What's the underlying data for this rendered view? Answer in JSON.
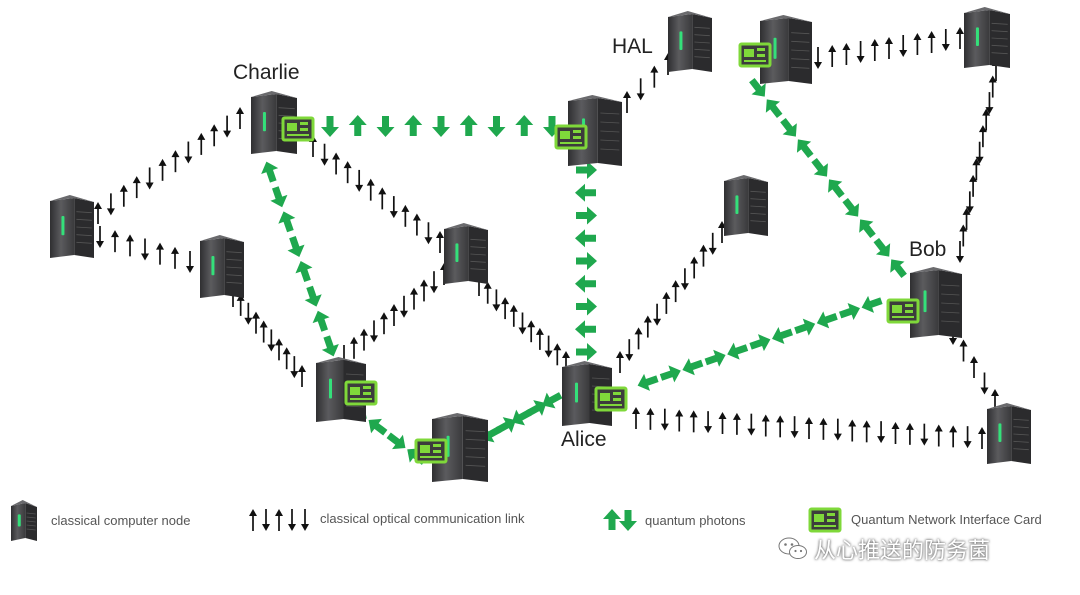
{
  "diagram": {
    "labels": {
      "charlie": "Charlie",
      "hal": "HAL",
      "bob": "Bob",
      "alice": "Alice"
    },
    "colors": {
      "quantum": "#1fa84e",
      "classical": "#111111",
      "server": "#4a4a4c",
      "server_light": "#6a6a6d",
      "server_led": "#34e07a",
      "card": "#7fd83a"
    },
    "icons": {
      "node": "server-tower-icon",
      "card": "network-interface-card-icon",
      "classical": "black-arrows-icon",
      "quantum": "green-arrows-icon"
    }
  },
  "legend": {
    "node": "classical computer node",
    "classical_link": "classical optical communication link",
    "quantum": "quantum photons",
    "card": "Quantum Network Interface Card"
  },
  "watermark": {
    "text": "从心推送的防务菌",
    "icon": "wechat-icon"
  }
}
